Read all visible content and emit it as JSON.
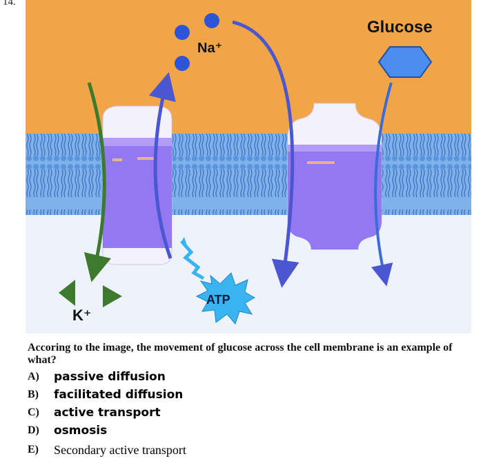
{
  "question_number": "14.",
  "labels": {
    "glucose": "Glucose",
    "sodium": "Na⁺",
    "potassium": "K⁺",
    "atp": "ATP"
  },
  "question": "Accoring to the image, the movement of glucose across the cell membrane is an example of what?",
  "options": [
    {
      "letter": "A)",
      "text": "passive diffusion"
    },
    {
      "letter": "B)",
      "text": "facilitated diffusion"
    },
    {
      "letter": "C)",
      "text": "active transport"
    },
    {
      "letter": "D)",
      "text": "osmosis"
    },
    {
      "letter": "E)",
      "text": "Secondary active transport"
    }
  ],
  "colors": {
    "extracellular": "#F2A546",
    "cytoplasm": "#EEF2FA",
    "membrane": "#6FA6E4",
    "protein": "#8A6FF0",
    "blue_arrow": "#4A57D0",
    "green_arrow": "#3E7A2E",
    "sodium_ion": "#2E55D6",
    "glucose_shape": "#4B8EEE",
    "atp_burst": "#39B4F0"
  }
}
